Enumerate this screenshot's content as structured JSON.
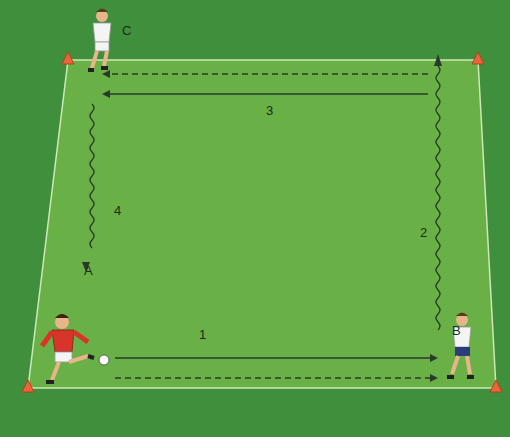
{
  "diagram": {
    "labels": [
      "C",
      "3",
      "4",
      "2",
      "A",
      "1",
      "B"
    ]
  }
}
